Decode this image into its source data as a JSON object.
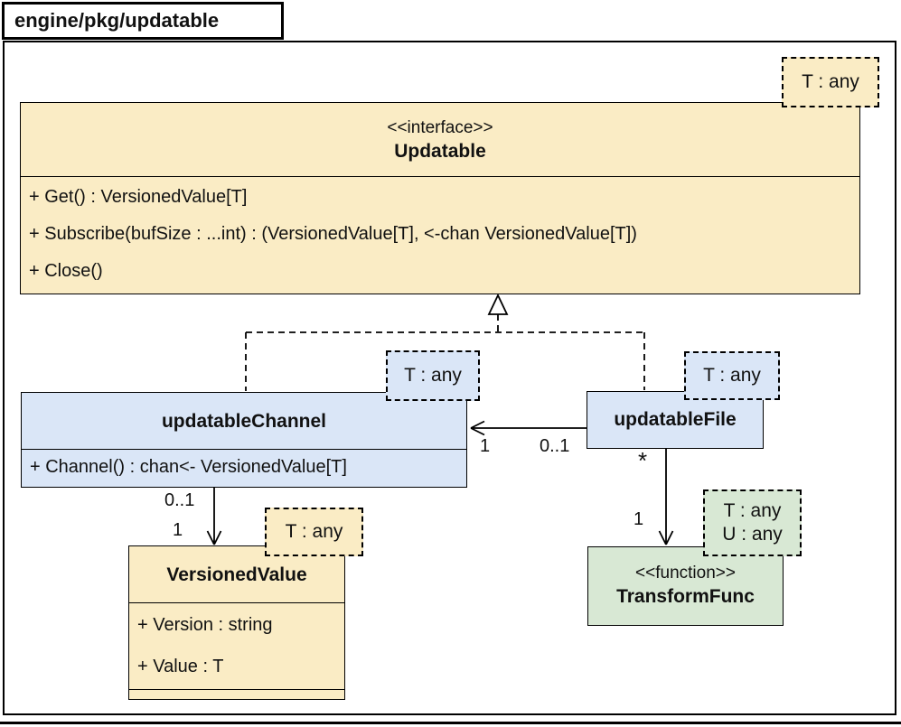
{
  "package": {
    "title": "engine/pkg/updatable"
  },
  "colors": {
    "yellow": "#FAECC5",
    "blue": "#DAE6F7",
    "green": "#D8E8D4",
    "line": "#000000",
    "background": "#FFFFFF"
  },
  "classes": {
    "updatable": {
      "stereotype": "<<interface>>",
      "name": "Updatable",
      "type_param": "T : any",
      "methods": [
        "+ Get() : VersionedValue[T]",
        "+ Subscribe(bufSize : ...int) : (VersionedValue[T], <-chan VersionedValue[T])",
        "+ Close()"
      ]
    },
    "updatable_channel": {
      "name": "updatableChannel",
      "type_param": "T : any",
      "methods": [
        "+ Channel() : chan<- VersionedValue[T]"
      ]
    },
    "updatable_file": {
      "name": "updatableFile",
      "type_param": "T : any"
    },
    "versioned_value": {
      "name": "VersionedValue",
      "type_param": "T : any",
      "attributes": [
        "+ Version : string",
        "+ Value : T"
      ]
    },
    "transform_func": {
      "stereotype": "<<function>>",
      "name": "TransformFunc",
      "type_params": [
        "T : any",
        "U : any"
      ]
    }
  },
  "relations": {
    "channel_realizes_updatable": {
      "type": "realization"
    },
    "file_realizes_updatable": {
      "type": "realization"
    },
    "file_to_channel": {
      "near_channel": "1",
      "near_file": "0..1"
    },
    "channel_to_versioned_value": {
      "near_channel": "0..1",
      "near_versioned_value": "1"
    },
    "file_to_transform_func": {
      "near_file": "*",
      "near_transform_func": "1"
    }
  }
}
